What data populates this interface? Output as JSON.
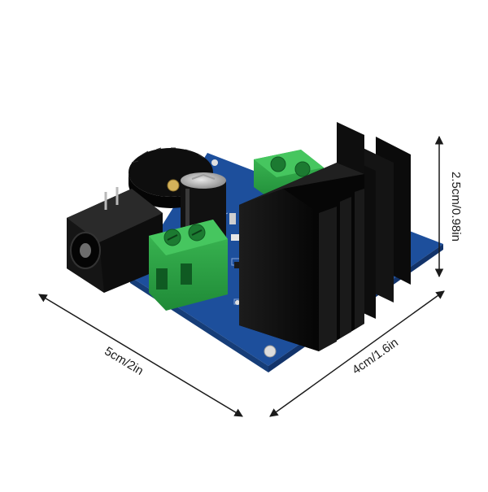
{
  "dimensions": {
    "length_label": "5cm/2in",
    "width_label": "4cm/1.6in",
    "height_label": "2.5cm/0.98in"
  },
  "colors": {
    "pcb": "#1d4f9c",
    "terminal": "#2fa347",
    "heatsink": "#111111"
  }
}
